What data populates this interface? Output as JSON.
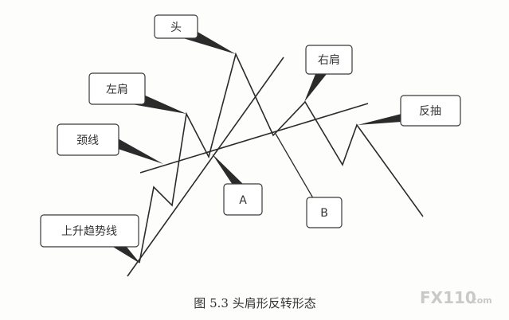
{
  "labels": {
    "head": "头",
    "right_shoulder": "右肩",
    "left_shoulder": "左肩",
    "neckline": "颈线",
    "pullback": "反抽",
    "point_a": "A",
    "point_b": "B",
    "uptrend_line": "上升趋势线"
  },
  "caption": "图 5.3    头肩形反转形态",
  "watermark": {
    "brand": "FX110",
    "suffix": ".com"
  },
  "colors": {
    "line": "#2b2b2b",
    "box_stroke": "#3a3a3a",
    "box_fill": "#ffffff",
    "watermark": "#c9c9c9"
  }
}
